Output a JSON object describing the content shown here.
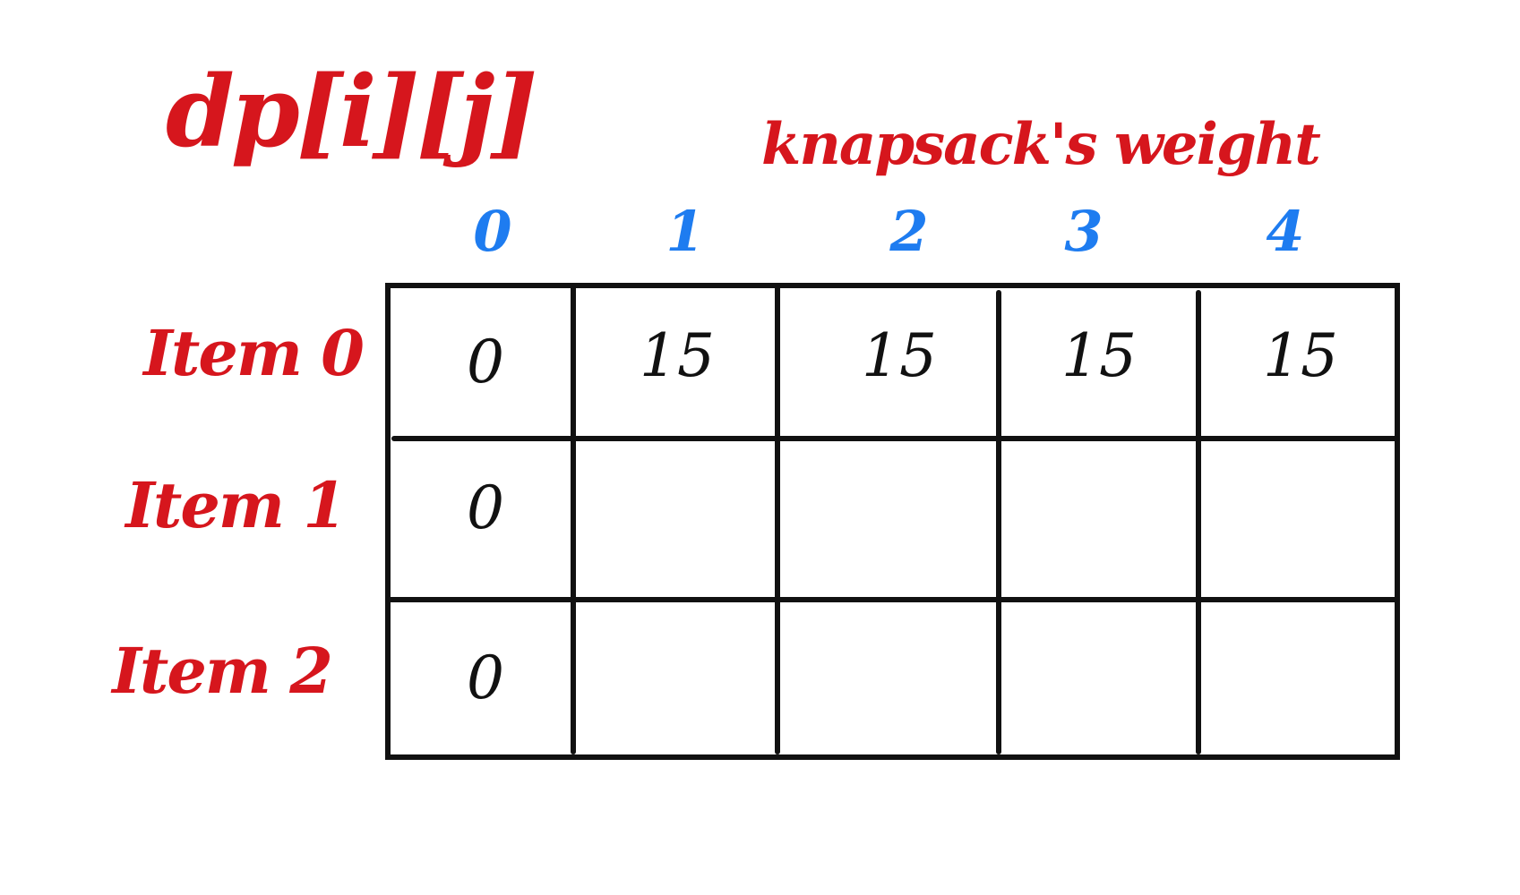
{
  "title": "dp[i][j]",
  "axis_title": "knapsack's weight",
  "columns": [
    "0",
    "1",
    "2",
    "3",
    "4"
  ],
  "rows": [
    {
      "label": "Item 0",
      "cells": [
        "0",
        "15",
        "15",
        "15",
        "15"
      ]
    },
    {
      "label": "Item 1",
      "cells": [
        "0",
        "",
        "",
        "",
        ""
      ]
    },
    {
      "label": "Item 2",
      "cells": [
        "0",
        "",
        "",
        "",
        ""
      ]
    }
  ],
  "colors": {
    "annotation": "#d6161d",
    "column_index": "#1e7cf0",
    "ink": "#111111"
  }
}
